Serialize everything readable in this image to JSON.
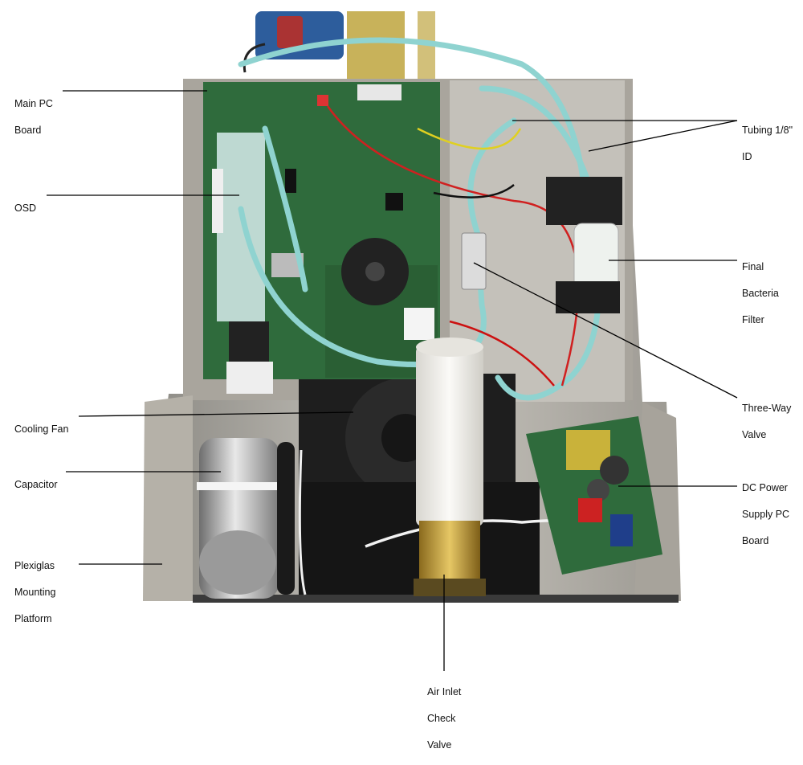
{
  "labels": {
    "main_pc_board": [
      "Main PC",
      "Board"
    ],
    "osd": [
      "OSD"
    ],
    "cooling_fan": [
      "Cooling Fan"
    ],
    "capacitor": [
      "Capacitor"
    ],
    "plexiglas_mounting_platform": [
      "Plexiglas",
      "Mounting",
      "Platform"
    ],
    "tubing": [
      "Tubing 1/8\"",
      "ID"
    ],
    "final_bacteria_filter": [
      "Final",
      "Bacteria",
      "Filter"
    ],
    "three_way_valve": [
      "Three-Way",
      "Valve"
    ],
    "dc_power_supply_pc_board": [
      "DC Power",
      "Supply PC",
      "Board"
    ],
    "air_inlet_check_valve": [
      "Air Inlet",
      "Check",
      "Valve"
    ]
  },
  "colors": {
    "sheet_metal": "#b9b6ae",
    "pcb_green": "#2f6b3c",
    "tubing": "#8fd3d0",
    "brass": "#c9a545",
    "plastic_white": "#f2f0ec",
    "leader": "#000000"
  }
}
